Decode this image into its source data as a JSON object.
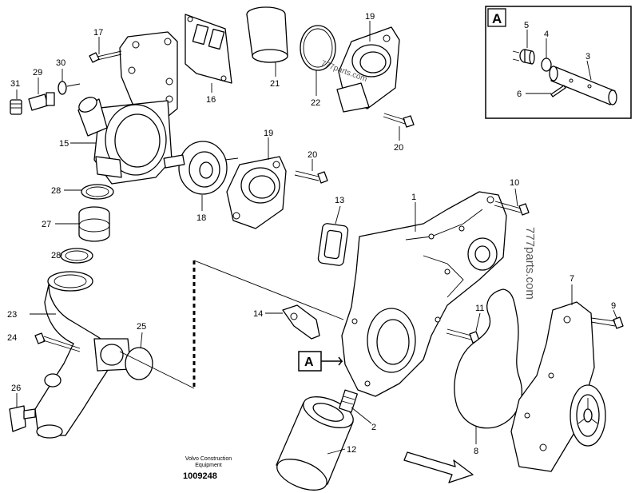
{
  "labels": {
    "p1": "1",
    "p2": "2",
    "p3": "3",
    "p4": "4",
    "p5": "5",
    "p6": "6",
    "p7": "7",
    "p8": "8",
    "p9": "9",
    "p10": "10",
    "p11": "11",
    "p12": "12",
    "p13": "13",
    "p14": "14",
    "p15": "15",
    "p16": "16",
    "p17": "17",
    "p18": "18",
    "p19a": "19",
    "p19b": "19",
    "p20a": "20",
    "p20b": "20",
    "p21": "21",
    "p22": "22",
    "p23": "23",
    "p24": "24",
    "p25": "25",
    "p26": "26",
    "p27": "27",
    "p28a": "28",
    "p28b": "28",
    "p29": "29",
    "p30": "30",
    "p31": "31"
  },
  "detail_view": {
    "inset_label": "A",
    "callout_label": "A"
  },
  "credit": {
    "line1": "Volvo Construction",
    "line2": "Equipment",
    "reference": "1009248"
  },
  "watermarks": {
    "side": "777parts.com",
    "top": "777parts.com"
  }
}
